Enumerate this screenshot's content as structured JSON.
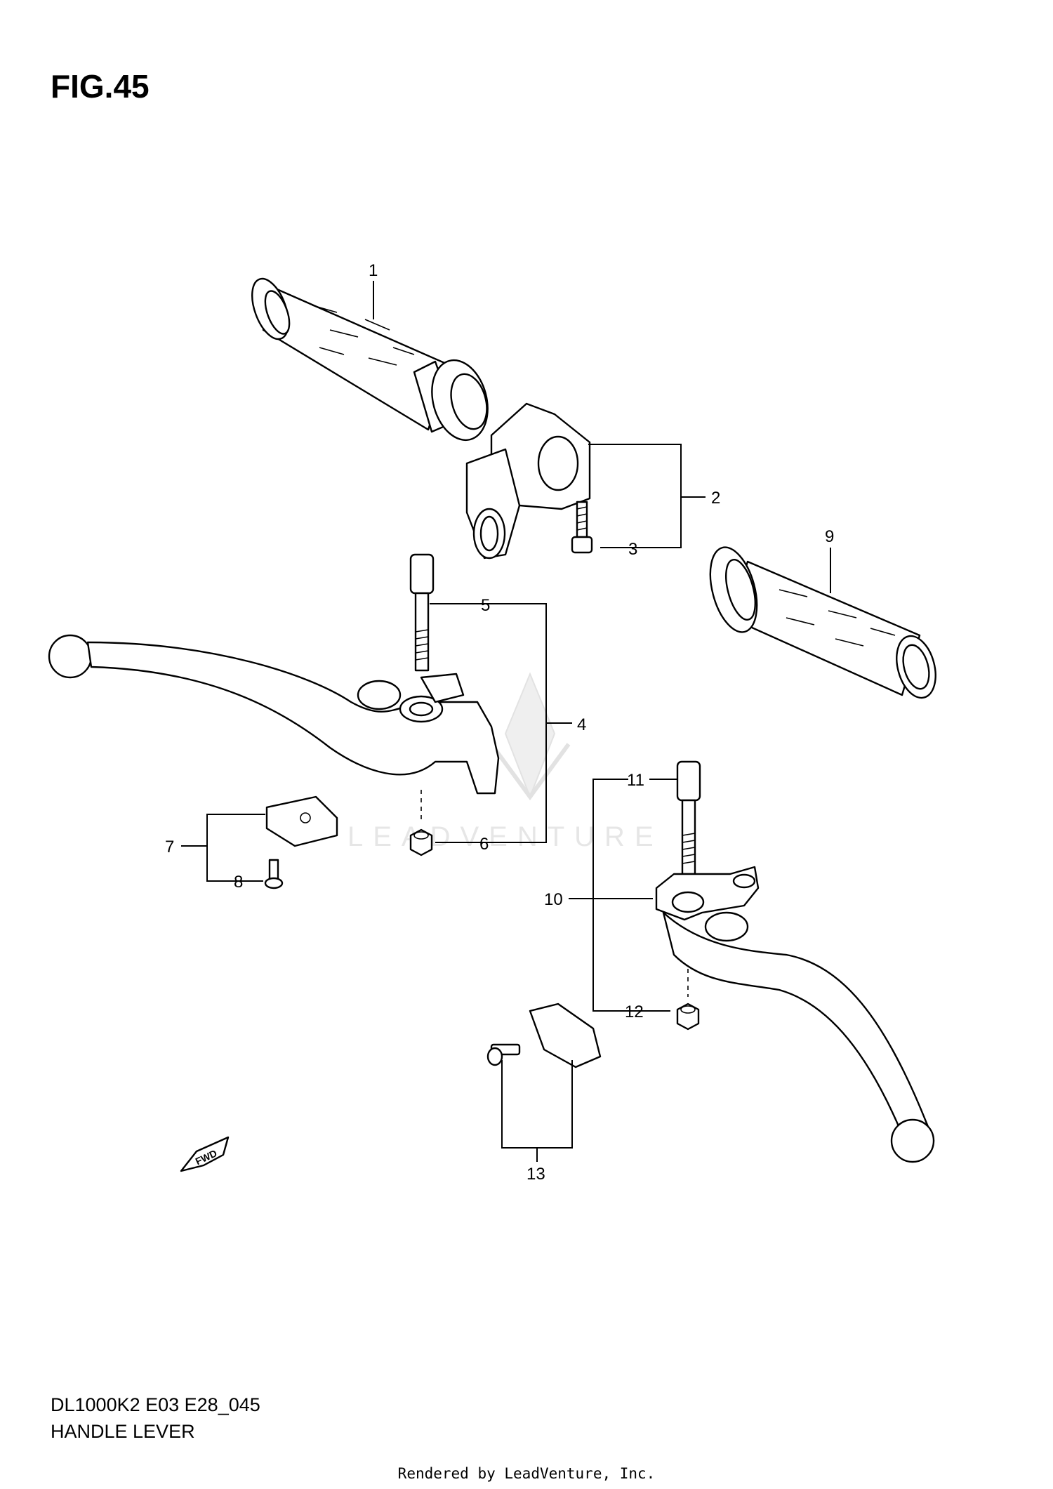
{
  "figure": {
    "title": "FIG.45"
  },
  "footer": {
    "model_code": "DL1000K2 E03 E28_045",
    "section_name": "HANDLE LEVER"
  },
  "credit": "Rendered by LeadVenture, Inc.",
  "watermark": "LEADVENTURE",
  "fwd_label": "FWD",
  "callouts": [
    {
      "id": "1",
      "label": "1"
    },
    {
      "id": "2",
      "label": "2"
    },
    {
      "id": "3",
      "label": "3"
    },
    {
      "id": "4",
      "label": "4"
    },
    {
      "id": "5",
      "label": "5"
    },
    {
      "id": "6",
      "label": "6"
    },
    {
      "id": "7",
      "label": "7"
    },
    {
      "id": "8",
      "label": "8"
    },
    {
      "id": "9",
      "label": "9"
    },
    {
      "id": "10",
      "label": "10"
    },
    {
      "id": "11",
      "label": "11"
    },
    {
      "id": "12",
      "label": "12"
    },
    {
      "id": "13",
      "label": "13"
    }
  ]
}
